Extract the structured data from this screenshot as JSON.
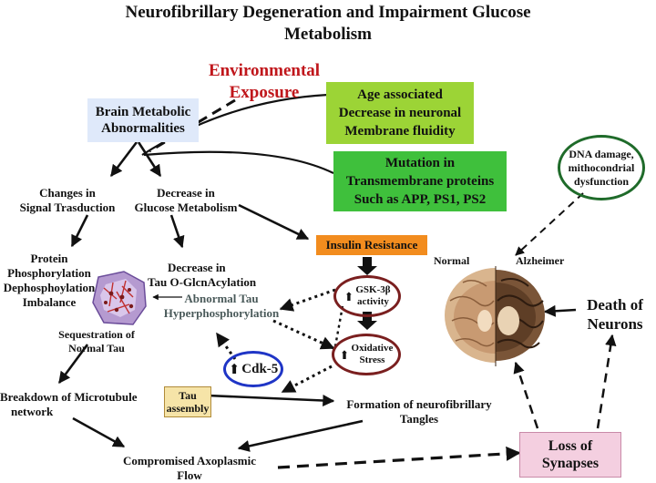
{
  "title": {
    "line1": "Neurofibrillary Degeneration and Impairment Glucose",
    "line2": "Metabolism"
  },
  "environmental": {
    "line1": "Environmental",
    "line2": "Exposure"
  },
  "brain_metabolic": {
    "line1": "Brain Metabolic",
    "line2": "Abnormalities"
  },
  "age_box": {
    "line1": "Age associated",
    "line2": "Decrease in neuronal",
    "line3": "Membrane fluidity"
  },
  "mutation_box": {
    "line1": "Mutation in",
    "line2": "Transmembrane proteins",
    "line3": "Such as APP, PS1, PS2"
  },
  "dna_circle": {
    "line1": "DNA damage,",
    "line2": "mithocondrial",
    "line3": "dysfunction"
  },
  "signal": {
    "line1": "Changes in",
    "line2": "Signal Trasduction"
  },
  "glucose": {
    "line1": "Decrease in",
    "line2": "Glucose Metabolism"
  },
  "insulin": "Insulin Resistance",
  "protein": {
    "line1": "Protein",
    "line2": "Phosphorylation",
    "line3": "Dephosphoylation",
    "line4": "Imbalance"
  },
  "oglc": {
    "line1": "Decrease in",
    "line2": "Tau O-GlcnAcylation"
  },
  "gsk": {
    "line1": "GSK-3β",
    "line2": "activity"
  },
  "oxidative": {
    "line1": "Oxidative",
    "line2": "Stress"
  },
  "abnormal_tau": {
    "line1": "Abnormal Tau",
    "line2": "Hyperphosphorylation"
  },
  "sequestration": {
    "line1": "Sequestration of",
    "line2": "Normal Tau"
  },
  "cdk5": "Cdk-5",
  "up_arrow": "⬆",
  "breakdown": {
    "line1": "Breakdown of Microtubule",
    "line2": "network"
  },
  "tau_assembly": {
    "line1": "Tau",
    "line2": "assembly"
  },
  "tangles": {
    "line1": "Formation of neurofibrillary",
    "line2": "Tangles"
  },
  "axoplasmic": {
    "line1": "Compromised Axoplasmic",
    "line2": "Flow"
  },
  "synapses": {
    "line1": "Loss of",
    "line2": "Synapses"
  },
  "death": {
    "line1": "Death of",
    "line2": "Neurons"
  },
  "normal_label": "Normal",
  "alzheimer_label": "Alzheimer",
  "colors": {
    "environmental_red": "#c0161b",
    "brain_box_bg": "#dfe9fa",
    "age_box_bg": "#9cd436",
    "mutation_box_bg": "#3fc03c",
    "insulin_bg": "#f28c1e",
    "dna_circle": "#1f6b2a",
    "gsk_circle": "#7a1f1f",
    "cdk_circle": "#1f35c6",
    "tau_text": "#4a5a5a",
    "synapses_bg": "#f4cfe0",
    "tau_assembly_bg": "#f6e4a8"
  }
}
